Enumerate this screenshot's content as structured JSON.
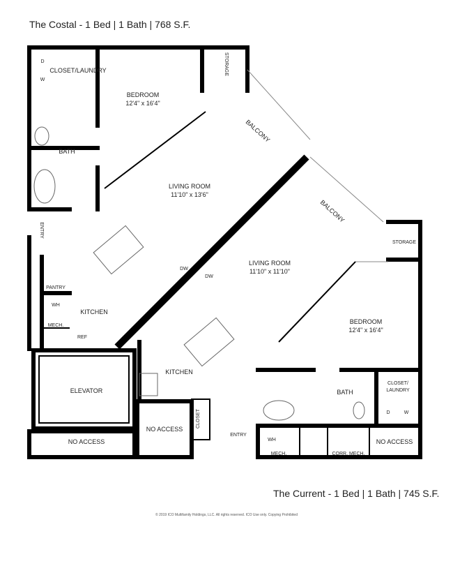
{
  "titles": {
    "top": "The Costal - 1 Bed | 1 Bath | 768 S.F.",
    "bottom": "The Current  - 1 Bed | 1 Bath | 745 S.F."
  },
  "copyright": "© 2019 ICO Multifamily Holdings, LLC. All rights reserved.  ICO Use only.  Copying Prohibited",
  "rooms": {
    "closet_laundry": "CLOSET/LAUNDRY",
    "d": "D",
    "w": "W",
    "storage_1": "STORAGE",
    "bedroom_1": "BEDROOM",
    "bedroom_1_size": "12'4\" x 16'4\"",
    "balcony_1": "BALCONY",
    "bath_1": "BATH",
    "living_1": "LIVING ROOM",
    "living_1_size": "11'10\" x 13'6\"",
    "entry_1": "ENTRY",
    "dw_1": "DW",
    "pantry": "PANTRY",
    "wh_1": "WH",
    "mech_1": "MECH.",
    "kitchen_1": "KITCHEN",
    "ref": "REF",
    "elevator": "ELEVATOR",
    "no_access_1": "NO ACCESS",
    "no_access_2": "NO ACCESS",
    "closet": "CLOSET",
    "kitchen_2": "KITCHEN",
    "entry_2": "ENTRY",
    "dw_2": "DW",
    "balcony_2": "BALCONY",
    "storage_2": "STORAGE",
    "living_2": "LIVING ROOM",
    "living_2_size": "11'10\" x 11'10\"",
    "bedroom_2": "BEDROOM",
    "bedroom_2_size": "12'4\" x 16'4\"",
    "bath_2": "BATH",
    "closet_laundry_2": "CLOSET/",
    "closet_laundry_2b": "LAUNDRY",
    "d2": "D",
    "w2": "W",
    "wh_2": "WH",
    "mech_2": "MECH.",
    "corr_mech": "CORR. MECH.",
    "no_access_3": "NO ACCESS"
  }
}
